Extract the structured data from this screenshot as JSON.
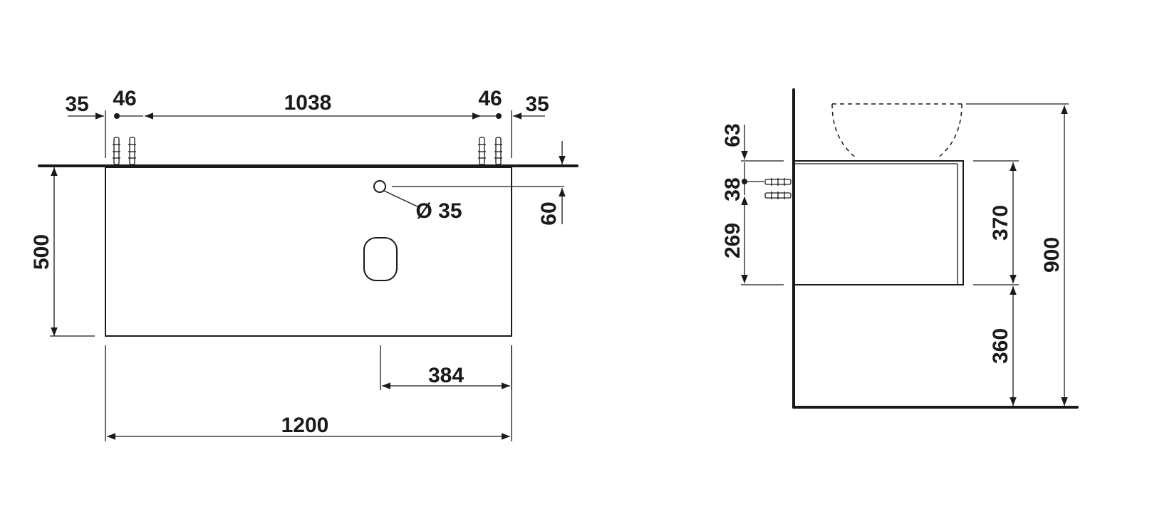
{
  "front_view": {
    "dimensions": {
      "edge_left": "35",
      "anchor_left": "46",
      "anchor_span": "1038",
      "anchor_right": "46",
      "edge_right": "35",
      "depth": "500",
      "tap_hole_offset": "60",
      "tap_hole_diameter": "Ø 35",
      "waste_offset": "384",
      "total_width": "1200"
    }
  },
  "side_view": {
    "dimensions": {
      "top_to_anchor": "63",
      "anchor_spacing": "38",
      "anchor_to_bottom": "269",
      "cabinet_height": "370",
      "floor_clearance": "360",
      "total_height": "900"
    }
  }
}
